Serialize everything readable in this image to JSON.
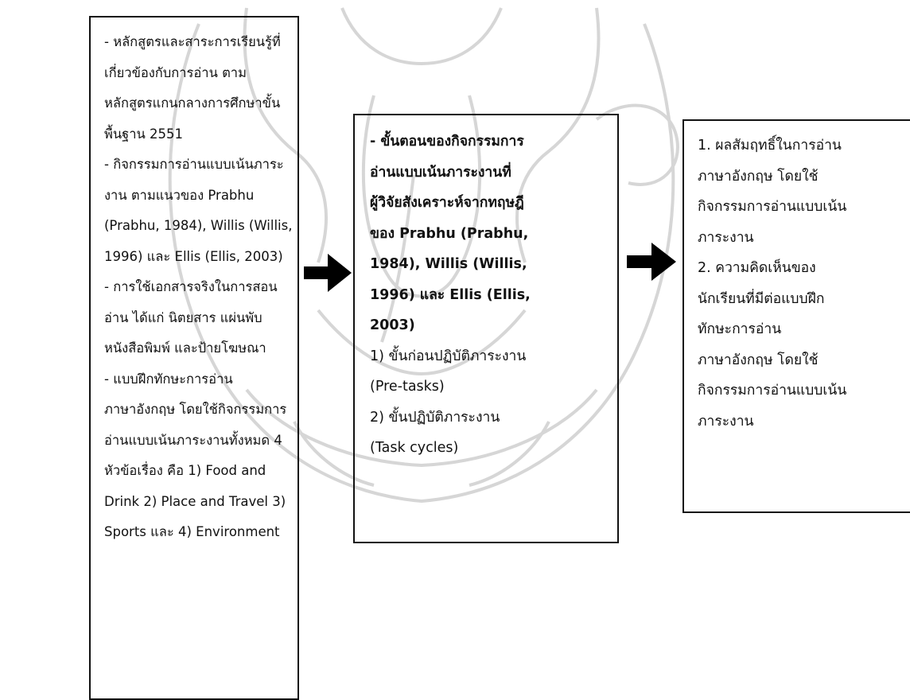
{
  "diagram": {
    "left_box": {
      "lines": [
        "- หลักสูตรและสาระการเรียนรู้ที่",
        "เกี่ยวข้องกับการอ่าน ตาม",
        "หลักสูตรแกนกลางการศึกษาขั้น",
        "พื้นฐาน 2551",
        "- กิจกรรมการอ่านแบบเน้นภาระ",
        "งาน ตามแนวของ Prabhu",
        "(Prabhu, 1984), Willis (Willis,",
        "1996) และ Ellis (Ellis, 2003)",
        "- การใช้เอกสารจริงในการสอน",
        "อ่าน ได้แก่ นิตยสาร แผ่นพับ",
        "หนังสือพิมพ์ และป้ายโฆษณา",
        "- แบบฝึกทักษะการอ่าน",
        "ภาษาอังกฤษ โดยใช้กิจกรรมการ",
        "อ่านแบบเน้นภาระงานทั้งหมด 4",
        "หัวข้อเรื่อง คือ 1) Food and",
        "Drink 2) Place and Travel 3)",
        "Sports และ 4) Environment"
      ]
    },
    "middle_box": {
      "bold_lines": [
        "- ขั้นตอนของกิจกรรมการ",
        "อ่านแบบเน้นภาระงานที่",
        "ผู้วิจัยสังเคราะห์จากทฤษฎี",
        "ของ Prabhu (Prabhu,",
        "1984), Willis (Willis,",
        "1996) และ Ellis (Ellis,",
        "2003)"
      ],
      "lines": [
        "1) ขั้นก่อนปฏิบัติภาระงาน",
        "(Pre-tasks)",
        "2) ขั้นปฏิบัติภาระงาน",
        "(Task cycles)"
      ]
    },
    "right_box": {
      "lines": [
        "1. ผลสัมฤทธิ์ในการอ่าน",
        "ภาษาอังกฤษ โดยใช้",
        "กิจกรรมการอ่านแบบเน้น",
        "ภาระงาน",
        "2. ความคิดเห็นของ",
        "นักเรียนที่มีต่อแบบฝึก",
        "ทักษะการอ่าน",
        "ภาษาอังกฤษ โดยใช้",
        "กิจกรรมการอ่านแบบเน้น",
        "ภาระงาน"
      ]
    },
    "colors": {
      "line": "#111111",
      "arrow": "#000000",
      "watermark": "#d6d6d6"
    }
  }
}
